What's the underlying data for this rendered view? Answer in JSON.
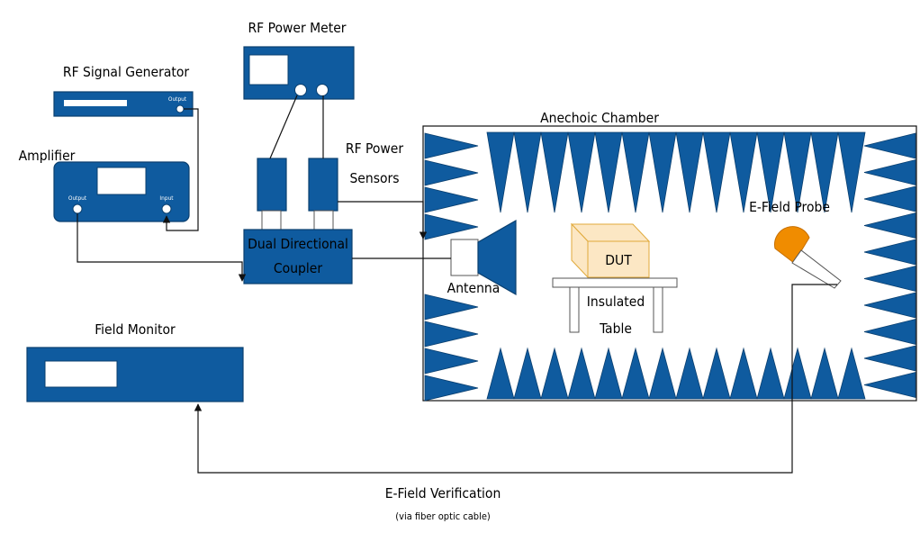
{
  "labels": {
    "rf_signal_generator": "RF Signal Generator",
    "rf_power_meter": "RF Power Meter",
    "amplifier": "Amplifier",
    "rf_power_sensors_line1": "RF Power",
    "rf_power_sensors_line2": "Sensors",
    "anechoic_chamber": "Anechoic Chamber",
    "e_field_probe": "E-Field Probe",
    "dual_coupler_line1": "Dual Directional",
    "dual_coupler_line2": "Coupler",
    "antenna": "Antenna",
    "dut": "DUT",
    "insulated_table_line1": "Insulated",
    "insulated_table_line2": "Table",
    "field_monitor": "Field Monitor",
    "e_field_verification": "E-Field Verification",
    "fiber_note": "(via fiber optic cable)",
    "gen_output": "Output",
    "amp_output": "Output",
    "amp_input": "Input"
  },
  "colors": {
    "equipment_blue": "#0f5b9f",
    "dut_fill": "#fce7c4",
    "dut_border": "#e0a93a",
    "probe_orange": "#f08c00",
    "wire": "#111111"
  }
}
